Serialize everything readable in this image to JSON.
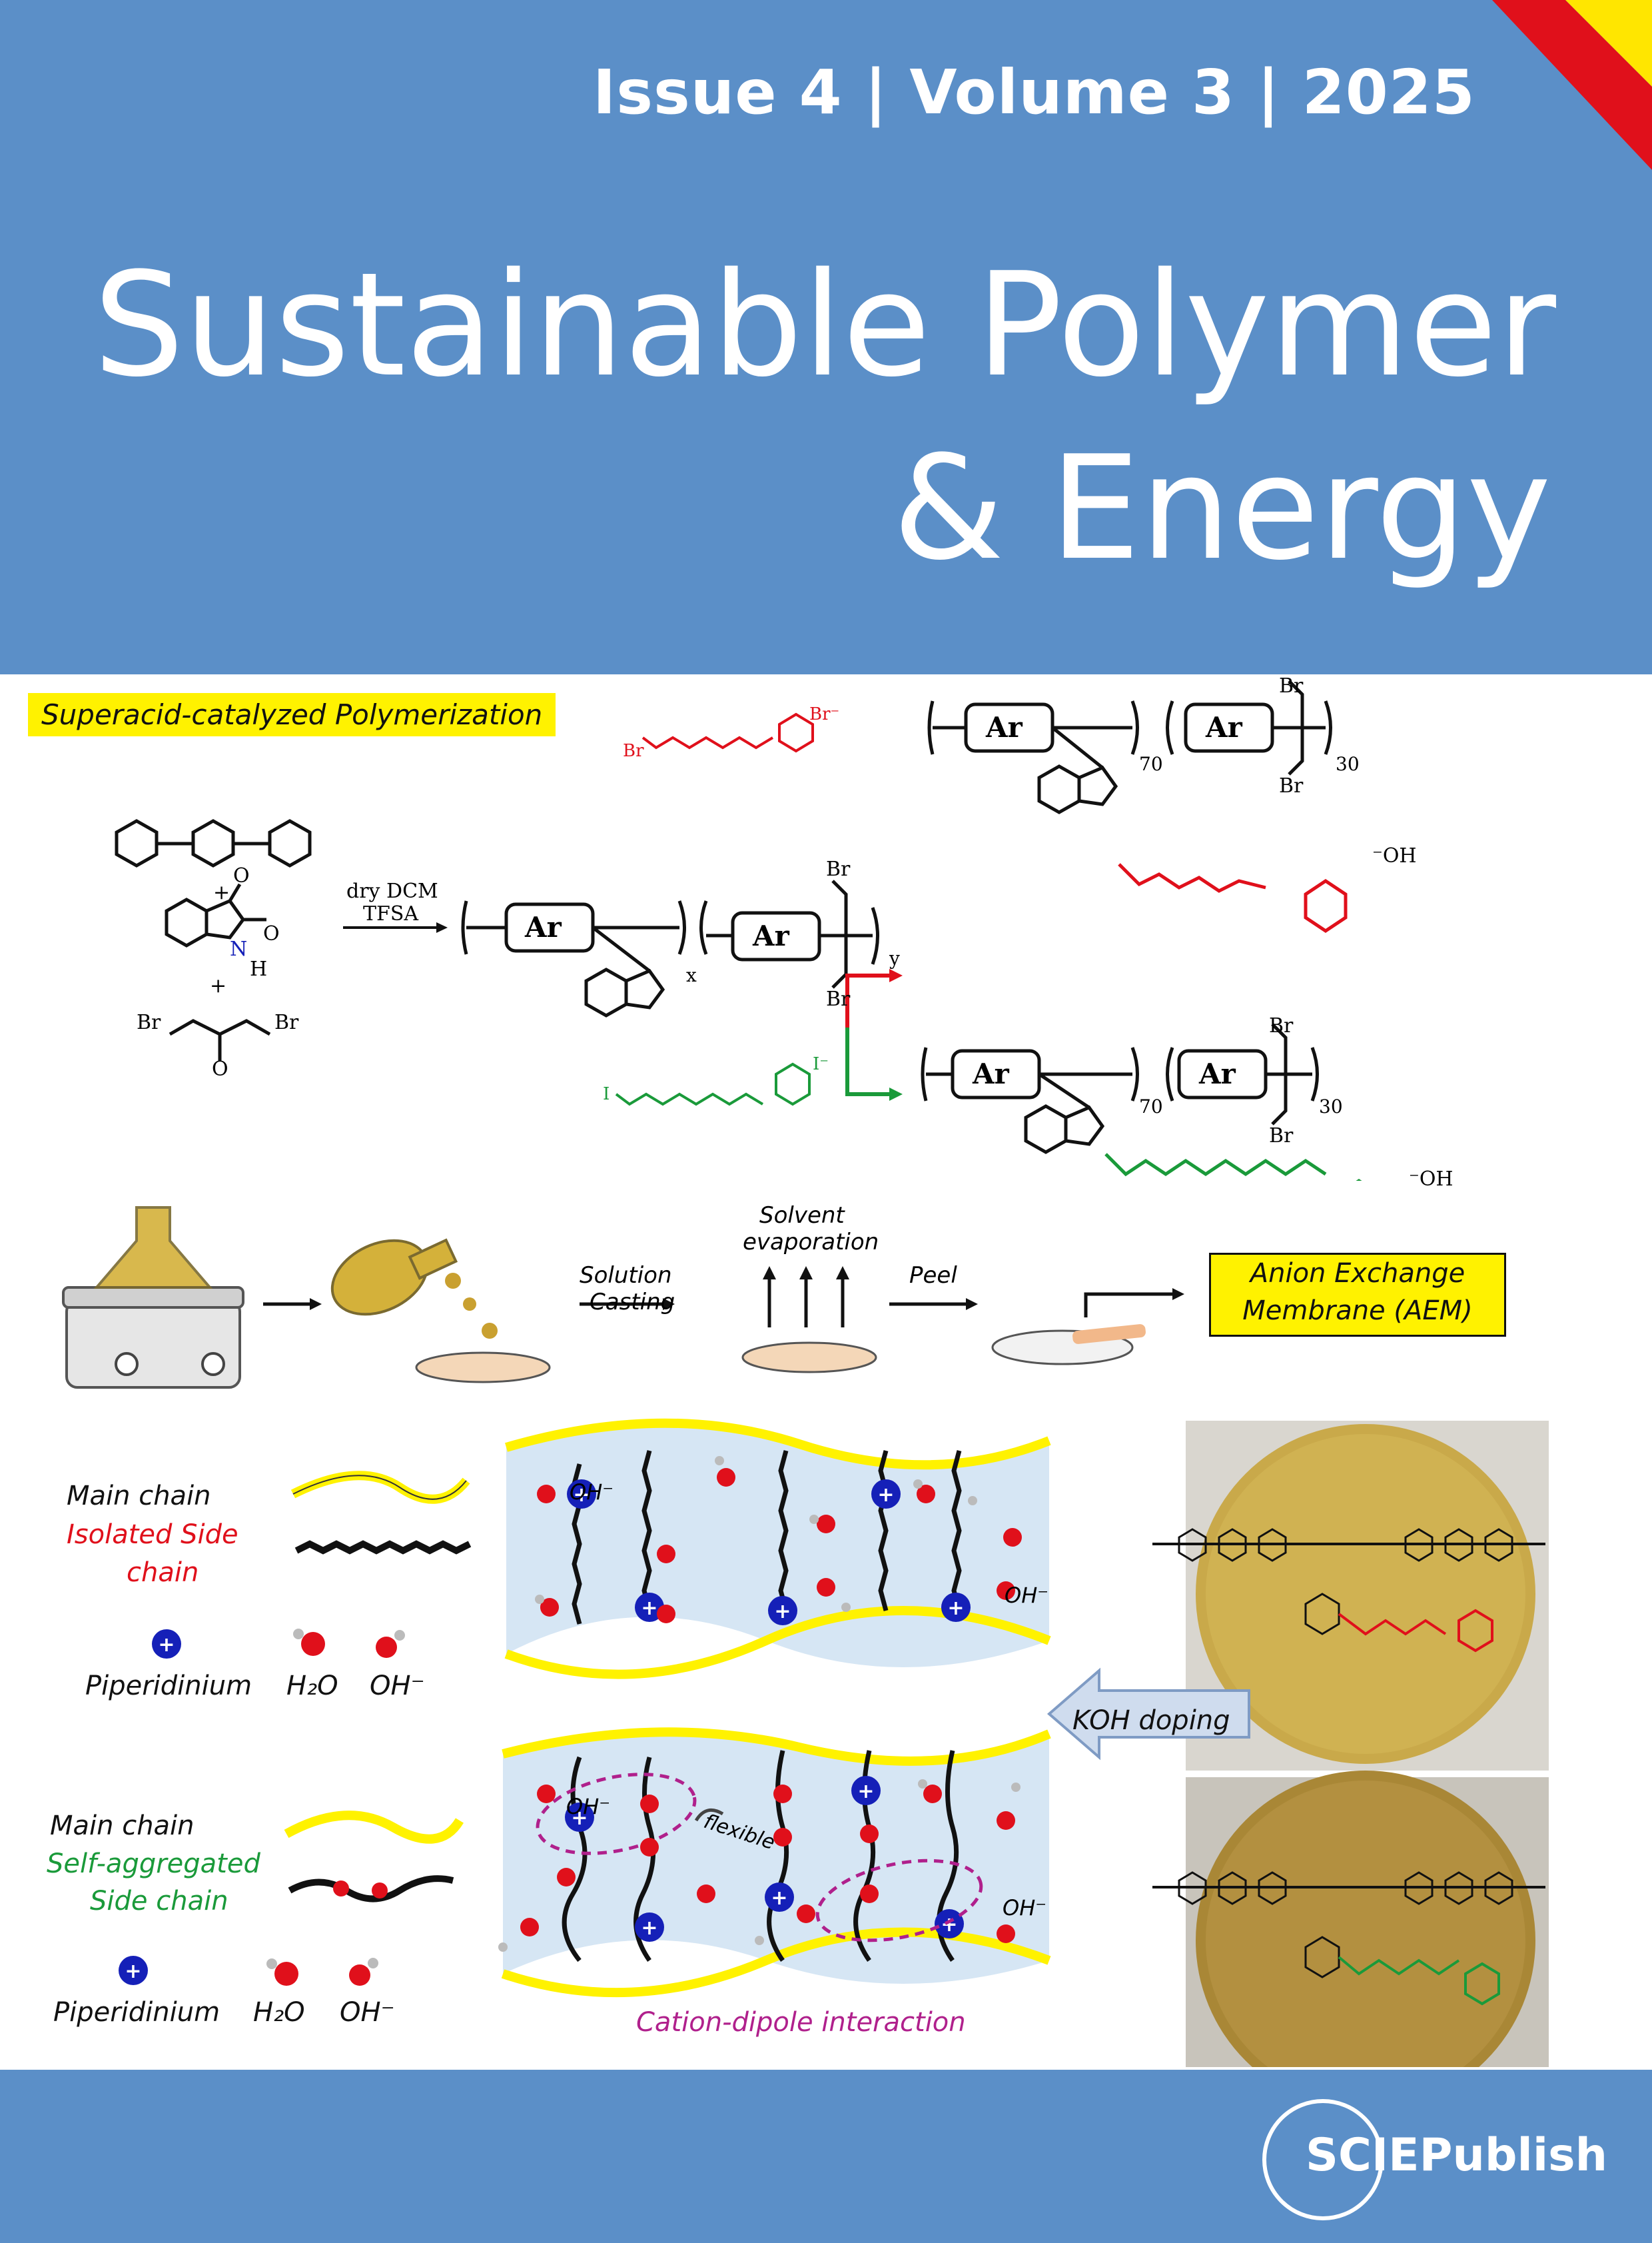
{
  "header": {
    "issue_line": "Issue 4 | Volume 3 | 2025",
    "title_line1": "Sustainable  Polymer",
    "title_line2": "& Energy",
    "background_color": "#5b8fc8",
    "corner_colors": [
      "#e0101b",
      "#ffe600"
    ]
  },
  "figure": {
    "synthesis": {
      "section_label": "Superacid-catalyzed Polymerization",
      "reagent_conditions": [
        "dry DCM",
        "TFSA"
      ],
      "ar_label": "Ar",
      "subscript_x": "x",
      "subscript_y": "y",
      "subscript_70": "70",
      "subscript_30": "30",
      "br": "Br",
      "br_minus": "Br⁻",
      "i_minus": "I⁻",
      "i_atom": "I",
      "n_atom": "N",
      "h_atom": "H",
      "o_atom": "O",
      "oh_minus": "⁻OH",
      "plus": "+"
    },
    "process": {
      "solution_casting": [
        "Solution",
        "Casting"
      ],
      "solvent_evaporation": [
        "Solvent",
        "evaporation"
      ],
      "peel": "Peel",
      "aem_label": [
        "Anion Exchange",
        "Membrane (AEM)"
      ]
    },
    "legend_top": {
      "main_chain": "Main chain",
      "side_chain": [
        "Isolated Side",
        "chain"
      ],
      "piperidinium": "Piperidinium",
      "h2o": "H₂O",
      "oh": "OH⁻"
    },
    "legend_bottom": {
      "main_chain": "Main chain",
      "side_chain": [
        "Self-aggregated",
        "Side chain"
      ],
      "piperidinium": "Piperidinium",
      "h2o": "H₂O",
      "oh": "OH⁻"
    },
    "channel_labels": {
      "oh_top": "OH⁻",
      "oh_right_top": "OH⁻",
      "oh_bottom": "OH⁻",
      "oh_right_bottom": "OH⁻",
      "flexible": "flexible",
      "cation_dipole": "Cation-dipole interaction"
    },
    "koh_doping": "KOH doping",
    "colors": {
      "highlight": "#fff200",
      "red_chain": "#e0101b",
      "green_chain": "#1a9a3a",
      "magenta": "#b0208c",
      "cation_blue": "#1520b8",
      "channel": "#d6e6f4"
    }
  },
  "footer": {
    "publisher": "SCIEPublish"
  }
}
